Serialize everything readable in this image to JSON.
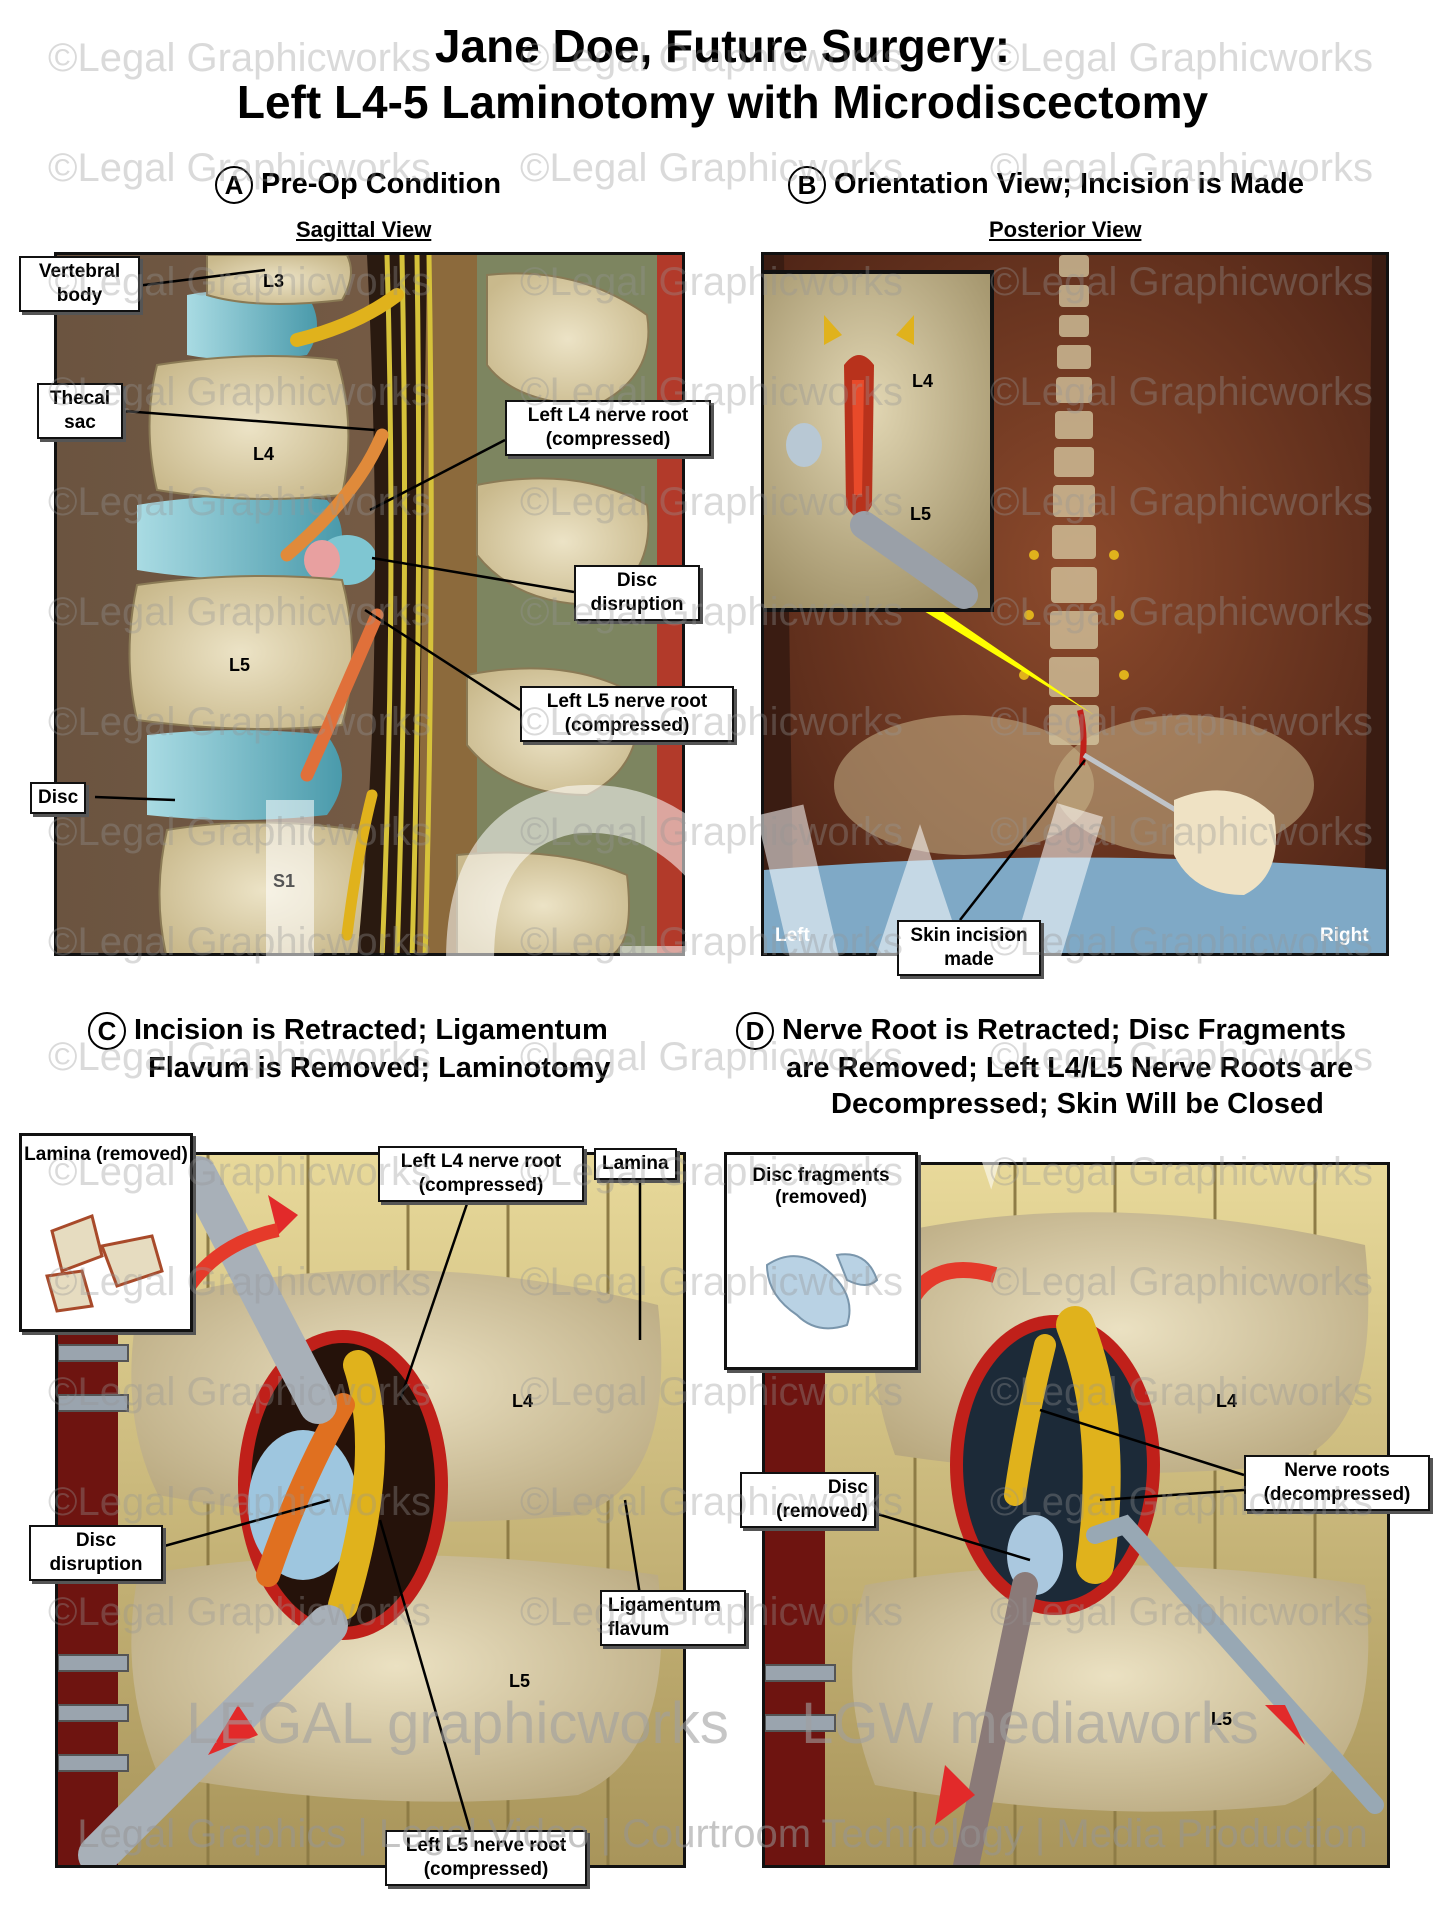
{
  "title_line1": "Jane Doe, Future Surgery:",
  "title_line2": "Left L4-5 Laminotomy with Microdiscectomy",
  "watermark_text": "©Legal Graphicworks",
  "panels": {
    "a": {
      "letter": "A",
      "title": "Pre-Op Condition",
      "subtitle": "Sagittal View",
      "labels": {
        "vertebral_body": "Vertebral body",
        "thecal_sac": "Thecal sac",
        "left_l4": "Left L4 nerve root (compressed)",
        "disc_disruption": "Disc disruption",
        "left_l5": "Left L5 nerve root (compressed)",
        "disc": "Disc"
      },
      "levels": {
        "l3": "L3",
        "l4": "L4",
        "l5": "L5",
        "s1": "S1"
      }
    },
    "b": {
      "letter": "B",
      "title": "Orientation View; Incision is Made",
      "subtitle": "Posterior View",
      "labels": {
        "skin_incision": "Skin incision made",
        "left": "Left",
        "right": "Right"
      },
      "levels": {
        "l4": "L4",
        "l5": "L5"
      }
    },
    "c": {
      "letter": "C",
      "title_line1": "Incision is Retracted; Ligamentum",
      "title_line2": "Flavum is Removed; Laminotomy",
      "labels": {
        "lamina_removed": "Lamina (removed)",
        "left_l4": "Left L4 nerve root (compressed)",
        "lamina": "Lamina",
        "disc_disruption": "Disc disruption",
        "ligamentum_flavum": "Ligamentum flavum",
        "left_l5": "Left L5 nerve root (compressed)"
      },
      "levels": {
        "l4": "L4",
        "l5": "L5"
      }
    },
    "d": {
      "letter": "D",
      "title_line1": "Nerve Root is Retracted; Disc Fragments",
      "title_line2": "are Removed; Left L4/L5 Nerve Roots are",
      "title_line3": "Decompressed; Skin Will be Closed",
      "labels": {
        "disc_fragments": "Disc fragments (removed)",
        "nerve_roots": "Nerve roots (decompressed)",
        "disc_removed": "Disc (removed)"
      },
      "levels": {
        "l4": "L4",
        "l5": "L5"
      }
    }
  },
  "footer": {
    "brand1": "LEGAL graphicworks",
    "brand2": "LGW mediaworks",
    "tagline": "Legal Graphics | Legal Video | Courtroom Technology | Media Production"
  },
  "colors": {
    "bone": "#e2d7b4",
    "disc": "#6fb6c6",
    "nerve": "#e0b21c",
    "tissue": "#b02a1c",
    "skin": "#7a3c23"
  }
}
